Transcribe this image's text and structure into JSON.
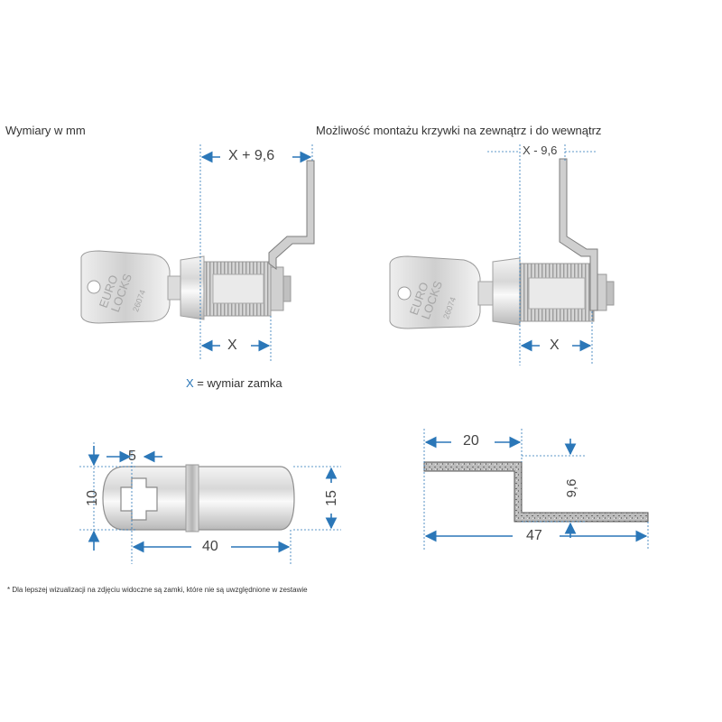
{
  "headings": {
    "left": "Wymiary w mm",
    "right": "Możliwość montażu krzywki na zewnątrz i do wewnątrz"
  },
  "legend": {
    "symbol": "X",
    "text": "= wymiar zamka"
  },
  "key_marking": {
    "brand_line1": "EURO",
    "brand_line2": "LOCKS",
    "number": "26074"
  },
  "dimensions": {
    "lock_left_top": "X + 9,6",
    "lock_left_bottom": "X",
    "lock_right_top": "X - 9,6",
    "lock_right_bottom": "X",
    "cam_hole": "5",
    "cam_height_inner": "10",
    "cam_width": "15",
    "cam_length": "40",
    "offset_length": "20",
    "offset_height": "9,6",
    "total_length": "47"
  },
  "footnote": "* Dla lepszej wizualizacji na zdjęciu widoczne są zamki, które nie są uwzględnione w zestawie",
  "colors": {
    "dimension_line": "#2b77b8",
    "text": "#333333",
    "metal_light": "#e4e4e4",
    "metal_dark": "#8c8c8c"
  }
}
